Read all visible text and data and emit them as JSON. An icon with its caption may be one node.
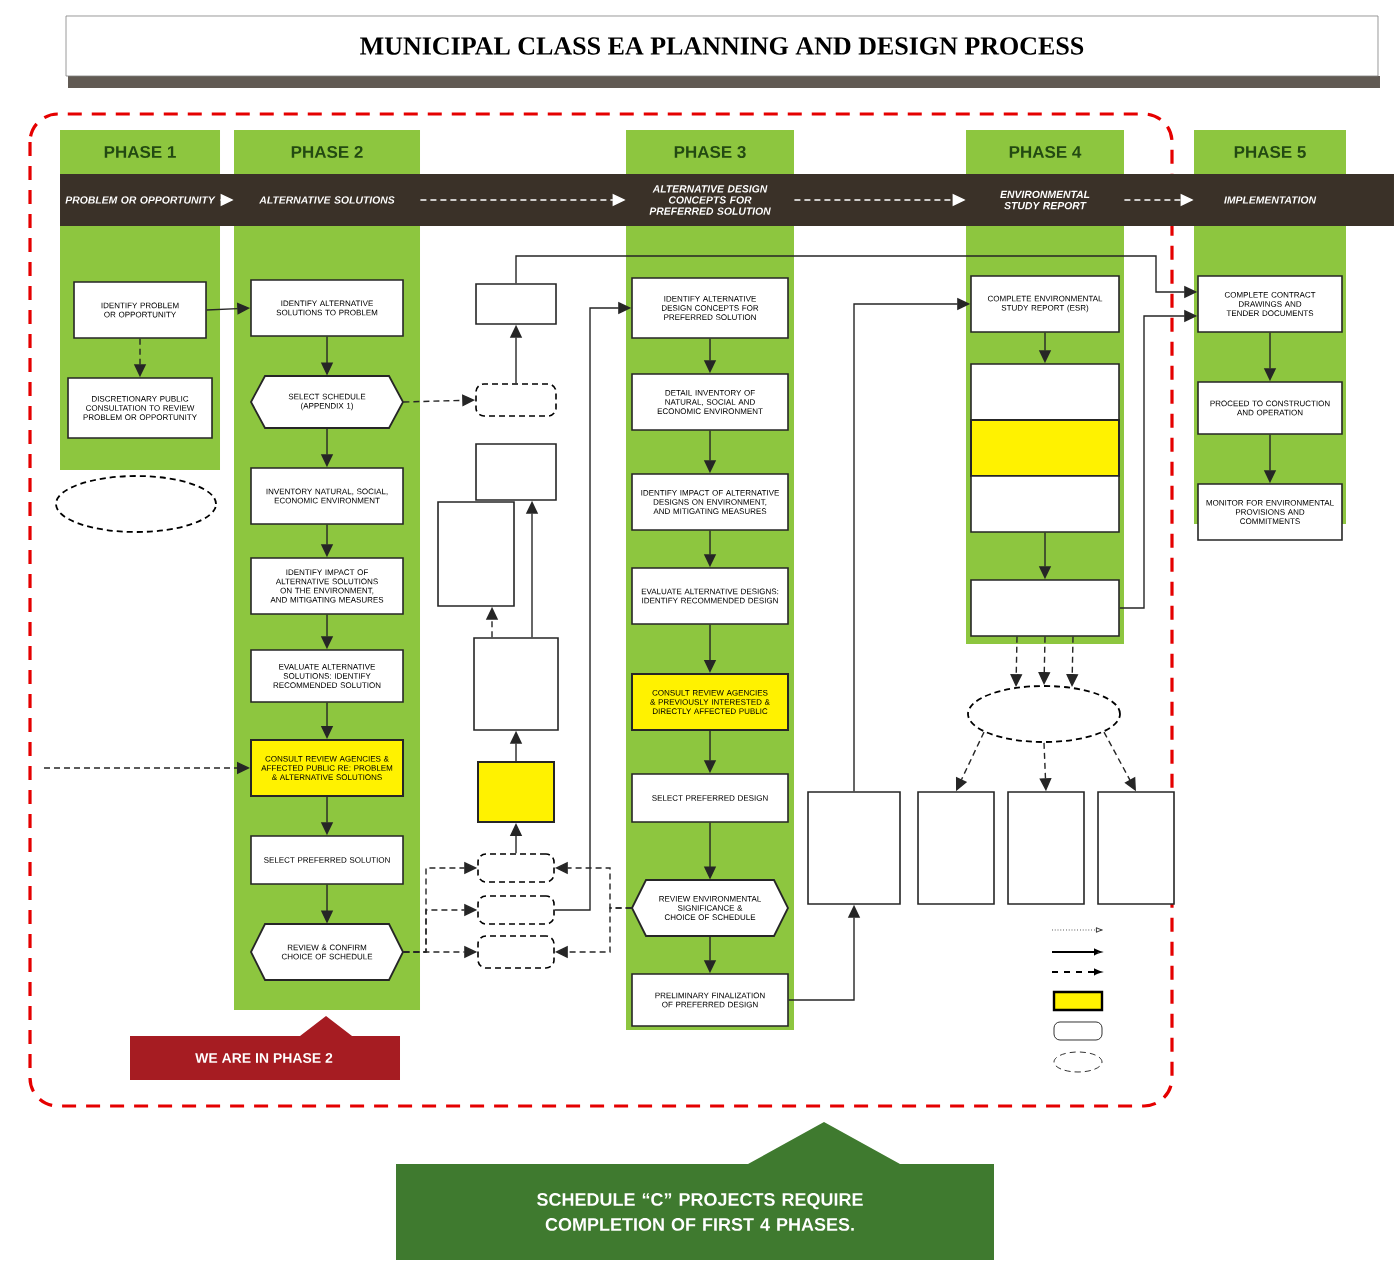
{
  "diagram": {
    "title": "MUNICIPAL CLASS EA PLANNING AND DESIGN PROCESS",
    "nodes": [
      {
        "text": [
          "PHASE 1",
          "PROBLEM OR OPPORTUNITY"
        ]
      },
      {
        "text": [
          "IDENTIFY PROBLEM OR OPPORTUNITY"
        ],
        "in": 0
      },
      {
        "text": [
          "DISCRETIONARY PUBLIC CONSULTATION TO REVIEW PROBLEM OR OPPORTUNITY"
        ],
        "in": 0
      },
      {
        "text": [],
        "shape": "ellipse"
      },
      {
        "text": [
          "PHASE 2",
          "ALTERNATIVE SOLUTIONS"
        ]
      },
      {
        "text": [
          "IDENTIFY ALTERNATIVE SOLUTIONS TO PROBLEM"
        ],
        "in": 4
      },
      {
        "text": [
          "SELECT SCHEDULE (APPENDIX 1)"
        ],
        "in": 4
      },
      {
        "text": [
          "INVENTORY NATURAL, SOCIAL, ECONOMIC ENVIRONMENT"
        ],
        "in": 4
      },
      {
        "text": [
          "IDENTIFY IMPACT OF ALTERNATIVE SOLUTIONS ON THE ENVIRONMENT, AND MITIGATING MEASURES"
        ],
        "in": 4
      },
      {
        "text": [
          "EVALUATE ALTERNATIVE SOLUTIONS: IDENTIFY RECOMMENDED SOLUTION"
        ],
        "in": 4
      },
      {
        "text": [
          "CONSULT REVIEW AGENCIES & AFFECTED PUBLIC RE: PROBLEM & ALTERNATIVE SOLUTIONS"
        ],
        "in": 4
      },
      {
        "text": [
          "SELECT PREFERRED SOLUTION"
        ],
        "in": 4
      },
      {
        "text": [
          "REVIEW & CONFIRM CHOICE OF SCHEDULE"
        ],
        "in": 4
      },
      {
        "text": [],
        "shape": "box"
      },
      {
        "text": [],
        "shape": "capsule"
      },
      {
        "text": [],
        "shape": "box"
      },
      {
        "text": [],
        "shape": "box"
      },
      {
        "text": [],
        "shape": "box"
      },
      {
        "text": [],
        "shape": "box"
      },
      {
        "text": [],
        "shape": "capsule"
      },
      {
        "text": [],
        "shape": "capsule"
      },
      {
        "text": [],
        "shape": "capsule"
      },
      {
        "text": [
          "PHASE 3",
          "ALTERNATIVE DESIGN CONCEPTS FOR PREFERRED SOLUTION"
        ]
      },
      {
        "text": [
          "IDENTIFY ALTERNATIVE DESIGN CONCEPTS FOR PREFERRED SOLUTION"
        ],
        "in": 22
      },
      {
        "text": [
          "DETAIL INVENTORY OF NATURAL, SOCIAL AND ECONOMIC ENVIRONMENT"
        ],
        "in": 22
      },
      {
        "text": [
          "IDENTIFY IMPACT OF ALTERNATIVE DESIGNS ON ENVIRONMENT, AND MITIGATING MEASURES"
        ],
        "in": 22
      },
      {
        "text": [
          "EVALUATE ALTERNATIVE DESIGNS: IDENTIFY RECOMMENDED DESIGN"
        ],
        "in": 22
      },
      {
        "text": [
          "CONSULT REVIEW AGENCIES & PREVIOUSLY INTERESTED & DIRECTLY AFFECTED PUBLIC"
        ],
        "in": 22
      },
      {
        "text": [
          "SELECT PREFERRED DESIGN"
        ],
        "in": 22
      },
      {
        "text": [
          "REVIEW ENVIRONMENTAL SIGNIFICANCE & CHOICE OF SCHEDULE"
        ],
        "in": 22
      },
      {
        "text": [
          "PRELIMINARY FINALIZATION OF PREFERRED DESIGN"
        ],
        "in": 22
      },
      {
        "text": [],
        "shape": "box"
      },
      {
        "text": [
          "PHASE 4",
          "ENVIRONMENTAL STUDY REPORT"
        ]
      },
      {
        "text": [
          "COMPLETE ENVIRONMENTAL STUDY REPORT (ESR)"
        ],
        "in": 32
      },
      {
        "text": [],
        "shape": "box",
        "in": 32
      },
      {
        "text": [],
        "shape": "box",
        "in": 32
      },
      {
        "text": [],
        "shape": "box",
        "in": 32
      },
      {
        "text": [],
        "shape": "box",
        "in": 32
      },
      {
        "text": [],
        "shape": "ellipse"
      },
      {
        "text": [],
        "shape": "box"
      },
      {
        "text": [],
        "shape": "box"
      },
      {
        "text": [],
        "shape": "box"
      },
      {
        "text": [
          "PHASE 5",
          "IMPLEMENTATION"
        ]
      },
      {
        "text": [
          "COMPLETE CONTRACT DRAWINGS AND TENDER DOCUMENTS"
        ],
        "in": 42
      },
      {
        "text": [
          "PROCEED TO CONSTRUCTION AND OPERATION"
        ],
        "in": 42
      },
      {
        "text": [
          "MONITOR FOR ENVIRONMENTAL PROVISIONS AND COMMITMENTS"
        ],
        "in": 42
      },
      {
        "text": [
          "WE ARE IN PHASE 2"
        ]
      },
      {
        "text": [
          "SCHEDULE “C” PROJECTS REQUIRE COMPLETION OF FIRST 4 PHASES."
        ]
      }
    ],
    "edges": [
      {
        "from": 0,
        "to": 4,
        "arrow": "to",
        "style": "dashed",
        "color": "#ffffff"
      },
      {
        "from": 4,
        "to": 22,
        "arrow": "to",
        "style": "dashed",
        "color": "#ffffff"
      },
      {
        "from": 22,
        "to": 32,
        "arrow": "to",
        "style": "dashed",
        "color": "#ffffff"
      },
      {
        "from": 32,
        "to": 42,
        "arrow": "to",
        "style": "dashed",
        "color": "#ffffff"
      },
      {
        "from": 1,
        "to": 2,
        "arrow": "to",
        "style": "dashed"
      },
      {
        "from": 1,
        "to": 5,
        "arrow": "to"
      },
      {
        "from": null,
        "to": 10,
        "arrow": "to",
        "style": "dashed"
      },
      {
        "from": 5,
        "to": 6,
        "arrow": "to"
      },
      {
        "from": 6,
        "to": 7,
        "arrow": "to"
      },
      {
        "from": 7,
        "to": 8,
        "arrow": "to"
      },
      {
        "from": 8,
        "to": 9,
        "arrow": "to"
      },
      {
        "from": 9,
        "to": 10,
        "arrow": "to"
      },
      {
        "from": 10,
        "to": 11,
        "arrow": "to"
      },
      {
        "from": 11,
        "to": 12,
        "arrow": "to"
      },
      {
        "from": 6,
        "to": 14,
        "arrow": "to",
        "style": "dashed"
      },
      {
        "from": 14,
        "to": 13,
        "arrow": "to"
      },
      {
        "from": 13,
        "to": 43,
        "arrow": "to"
      },
      {
        "from": 17,
        "to": 15,
        "arrow": "to"
      },
      {
        "from": 17,
        "to": 16,
        "arrow": "to",
        "style": "dashed"
      },
      {
        "from": 18,
        "to": 17,
        "arrow": "to"
      },
      {
        "from": 19,
        "to": 18,
        "arrow": "to"
      },
      {
        "from": 12,
        "to": 19,
        "arrow": "to",
        "style": "dashed"
      },
      {
        "from": 12,
        "to": 20,
        "arrow": "to",
        "style": "dashed"
      },
      {
        "from": 12,
        "to": 21,
        "arrow": "to",
        "style": "dashed"
      },
      {
        "from": 20,
        "to": 23,
        "arrow": "to"
      },
      {
        "from": 29,
        "to": 19,
        "arrow": "to",
        "style": "dashed"
      },
      {
        "from": 29,
        "to": 21,
        "arrow": "to",
        "style": "dashed"
      },
      {
        "from": 23,
        "to": 24,
        "arrow": "to"
      },
      {
        "from": 24,
        "to": 25,
        "arrow": "to"
      },
      {
        "from": 25,
        "to": 26,
        "arrow": "to"
      },
      {
        "from": 26,
        "to": 27,
        "arrow": "to"
      },
      {
        "from": 27,
        "to": 28,
        "arrow": "to"
      },
      {
        "from": 28,
        "to": 29,
        "arrow": "to"
      },
      {
        "from": 29,
        "to": 30,
        "arrow": "to"
      },
      {
        "from": 30,
        "to": 31,
        "arrow": "to"
      },
      {
        "from": 31,
        "to": 33,
        "arrow": "to"
      },
      {
        "from": 33,
        "to": 34,
        "arrow": "to"
      },
      {
        "from": 36,
        "to": 37,
        "arrow": "to"
      },
      {
        "from": 37,
        "to": 43,
        "arrow": "to"
      },
      {
        "from": 37,
        "to": 38,
        "arrow": "to",
        "style": "dashed"
      },
      {
        "from": 37,
        "to": 38,
        "arrow": "to",
        "style": "dashed"
      },
      {
        "from": 37,
        "to": 38,
        "arrow": "to",
        "style": "dashed"
      },
      {
        "from": 38,
        "to": 39,
        "arrow": "to",
        "style": "dashed"
      },
      {
        "from": 38,
        "to": 40,
        "arrow": "to",
        "style": "dashed"
      },
      {
        "from": 38,
        "to": 41,
        "arrow": "to",
        "style": "dashed"
      },
      {
        "from": 43,
        "to": 44,
        "arrow": "to"
      },
      {
        "from": 44,
        "to": 45,
        "arrow": "to"
      }
    ]
  }
}
